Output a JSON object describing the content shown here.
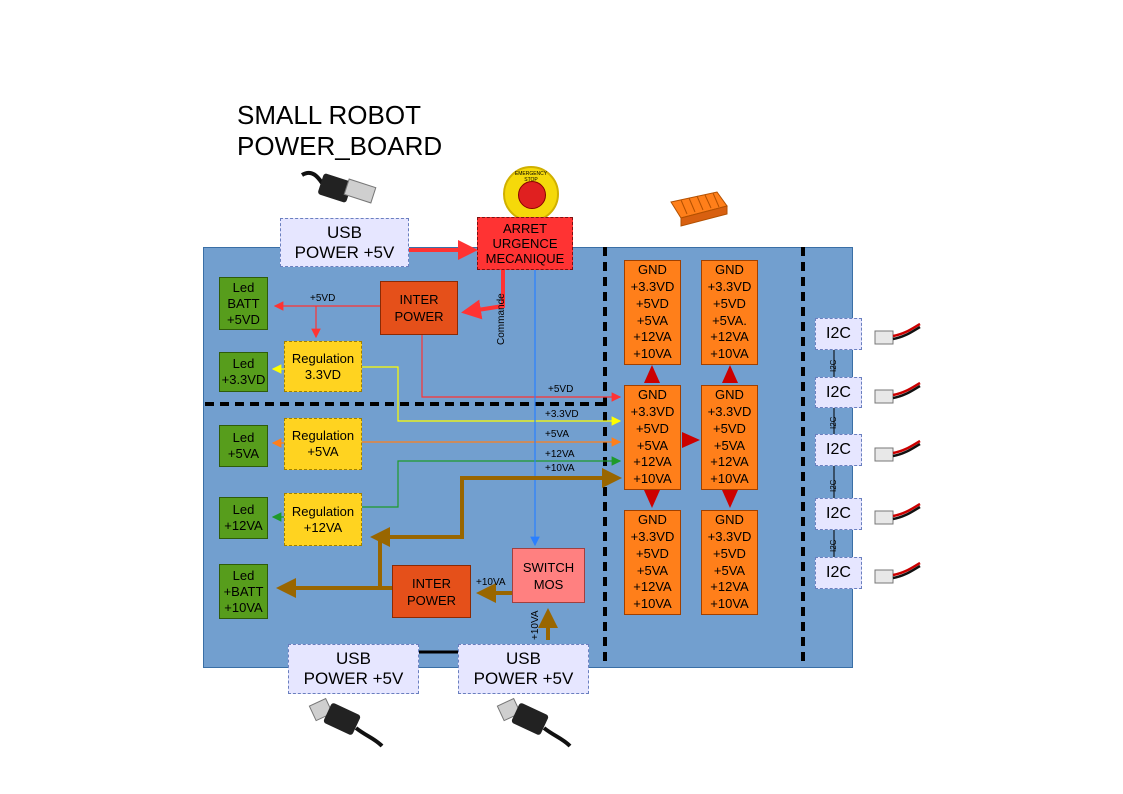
{
  "title": "SMALL ROBOT\nPOWER_BOARD",
  "usb_top": "USB\nPOWER +5V",
  "usb_bottom_left": "USB\nPOWER +5V",
  "usb_bottom_right": "USB\nPOWER +5V",
  "arret": "ARRET\nURGENCE\nMECANIQUE",
  "emergency_stop_text": "EMERGENCY STOP",
  "inter_power_top": "INTER\nPOWER",
  "inter_power_bottom": "INTER\nPOWER",
  "switch_mos": "SWITCH\nMOS",
  "leds": {
    "batt5": "Led\nBATT\n+5VD",
    "l33": "Led\n+3.3VD",
    "l5va": "Led\n+5VA",
    "l12": "Led\n+12VA",
    "lbatt10": "Led\n+BATT\n+10VA"
  },
  "regs": {
    "r33": "Regulation\n3.3VD",
    "r5": "Regulation\n+5VA",
    "r12": "Regulation\n+12VA"
  },
  "connectors": {
    "c1": "GND\n+3.3VD\n+5VD\n+5VA\n+12VA\n+10VA",
    "c2": "GND\n+3.3VD\n+5VD\n+5VA.\n+12VA\n+10VA",
    "c3": "GND\n+3.3VD\n+5VD\n+5VA\n+12VA\n+10VA",
    "c4": "GND\n+3.3VD\n+5VD\n+5VA\n+12VA\n+10VA",
    "c5": "GND\n+3.3VD\n+5VD\n+5VA\n+12VA\n+10VA",
    "c6": "GND\n+3.3VD\n+5VD\n+5VA\n+12VA\n+10VA"
  },
  "i2c": [
    "I2C",
    "I2C",
    "I2C",
    "I2C",
    "I2C"
  ],
  "i2c_links": [
    "I2C",
    "I2C",
    "I2C",
    "I2C"
  ],
  "wire_labels": {
    "v5vd_top": "+5VD",
    "commande": "Commande",
    "v5vd": "+5VD",
    "v33vd": "+3.3VD",
    "v5va": "+5VA",
    "v12va": "+12VA",
    "v10va": "+10VA",
    "v10va_sw": "+10VA",
    "v10va_vert": "+10VA"
  },
  "colors": {
    "board": "#729fcf",
    "wire_red": "#ff3333",
    "wire_yellow": "#ffff00",
    "wire_orange": "#ff7f1a",
    "wire_green": "#1e9a2a",
    "wire_brown": "#996600",
    "wire_blue": "#2a7fff",
    "arrow_red": "#cc0000"
  }
}
